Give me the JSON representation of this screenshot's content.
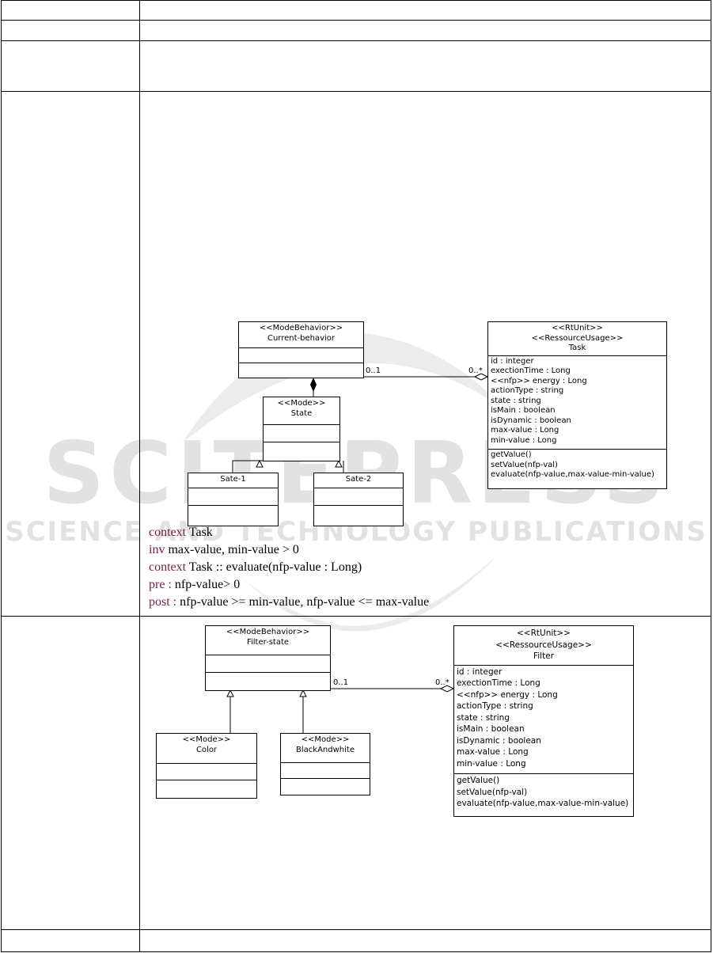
{
  "watermark": {
    "brand": "SCITEPRESS",
    "tagline": "SCIENCE AND TECHNOLOGY PUBLICATIONS"
  },
  "diagram1": {
    "mode_behavior": {
      "stereotype": "<<ModeBehavior>>",
      "name": "Current-behavior"
    },
    "mode": {
      "stereotype": "<<Mode>>",
      "name": "State"
    },
    "sub1": {
      "name": "Sate-1"
    },
    "sub2": {
      "name": "Sate-2"
    },
    "mult_left": "0..1",
    "mult_right": "0..*",
    "task": {
      "stereotype1": "<<RtUnit>>",
      "stereotype2": "<<RessourceUsage>>",
      "name": "Task",
      "attributes": [
        "id : integer",
        "exectionTime : Long",
        "<<nfp>> energy : Long",
        "actionType : string",
        "state : string",
        "isMain : boolean",
        "isDynamic : boolean",
        "max-value : Long",
        "min-value : Long"
      ],
      "operations": [
        "getValue()",
        "setValue(nfp-val)",
        "evaluate(nfp-value,max-value-min-value)"
      ]
    }
  },
  "ocl": {
    "line1_kw": "context",
    "line1_rest": " Task",
    "line2_kw": "inv",
    "line2_rest": " max-value, min-value > 0",
    "line3_kw": "context",
    "line3_rest": " Task :: evaluate(nfp-value : Long)",
    "line4_kw": "pre :",
    "line4_rest": "  nfp-value> 0",
    "line5_kw": "post :",
    "line5_rest": " nfp-value >= min-value, nfp-value <= max-value"
  },
  "diagram2": {
    "mode_behavior": {
      "stereotype": "<<ModeBehavior>>",
      "name": "Filter-state"
    },
    "mode1": {
      "stereotype": "<<Mode>>",
      "name": "Color"
    },
    "mode2": {
      "stereotype": "<<Mode>>",
      "name": "BlackAndwhite"
    },
    "mult_left": "0..1",
    "mult_right": "0..*",
    "filter": {
      "stereotype1": "<<RtUnit>>",
      "stereotype2": "<<RessourceUsage>>",
      "name": "Filter",
      "attributes": [
        "id : integer",
        "exectionTime : Long",
        "<<nfp>> energy : Long",
        "actionType : string",
        "state : string",
        "isMain : boolean",
        "isDynamic : boolean",
        "max-value : Long",
        "min-value : Long"
      ],
      "operations": [
        "getValue()",
        "setValue(nfp-val)",
        "evaluate(nfp-value,max-value-min-value)"
      ]
    }
  }
}
